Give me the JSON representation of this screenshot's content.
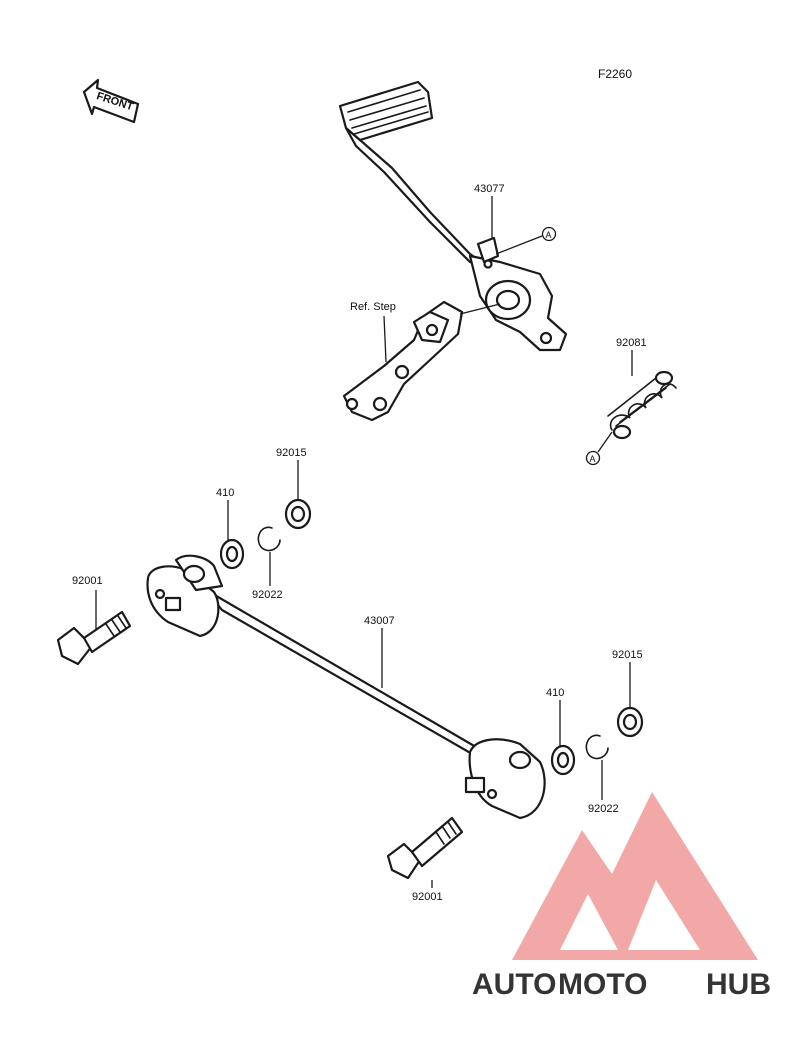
{
  "diagram_code": "F2260",
  "front_label": "FRONT",
  "ref_label": "Ref. Step",
  "circle_marker": "A",
  "labels": {
    "pedal": "43077",
    "spring": "92081",
    "nut_upper": "92015",
    "washer_upper": "410",
    "clip_upper": "92022",
    "bolt_upper": "92001",
    "rod": "43007",
    "nut_lower": "92015",
    "washer_lower": "410",
    "clip_lower": "92022",
    "bolt_lower": "92001"
  },
  "watermark": {
    "part1": "AUTO",
    "part2": "MOTO",
    "part3": "HUB",
    "color_orange": "#f4b27a",
    "color_red": "#f08585",
    "color_gray": "#9a9a9a"
  }
}
